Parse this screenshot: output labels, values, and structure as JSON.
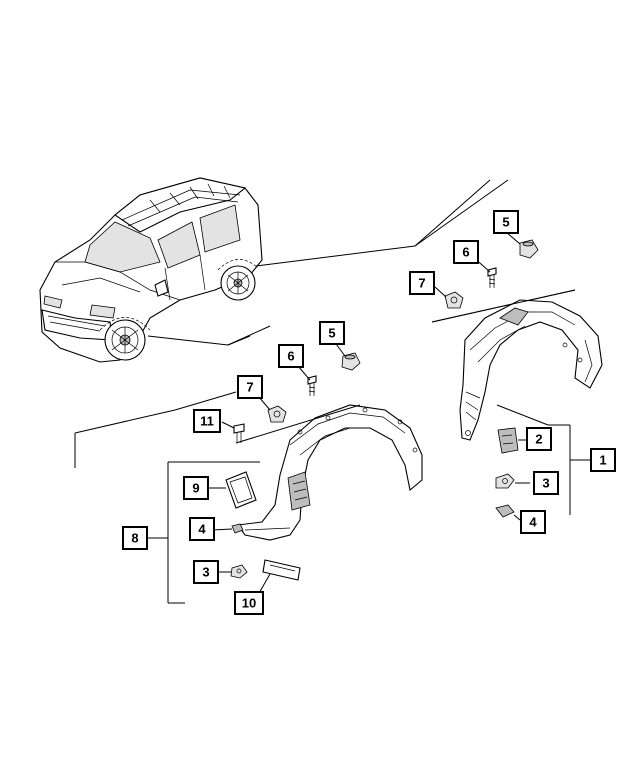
{
  "callouts": [
    {
      "id": "c1",
      "label": "1"
    },
    {
      "id": "c2",
      "label": "2"
    },
    {
      "id": "c3a",
      "label": "3"
    },
    {
      "id": "c4a",
      "label": "4"
    },
    {
      "id": "c5a",
      "label": "5"
    },
    {
      "id": "c6a",
      "label": "6"
    },
    {
      "id": "c7a",
      "label": "7"
    },
    {
      "id": "c5b",
      "label": "5"
    },
    {
      "id": "c6b",
      "label": "6"
    },
    {
      "id": "c7b",
      "label": "7"
    },
    {
      "id": "c11",
      "label": "11"
    },
    {
      "id": "c9",
      "label": "9"
    },
    {
      "id": "c8",
      "label": "8"
    },
    {
      "id": "c4b",
      "label": "4"
    },
    {
      "id": "c3b",
      "label": "3"
    },
    {
      "id": "c10",
      "label": "10"
    }
  ]
}
